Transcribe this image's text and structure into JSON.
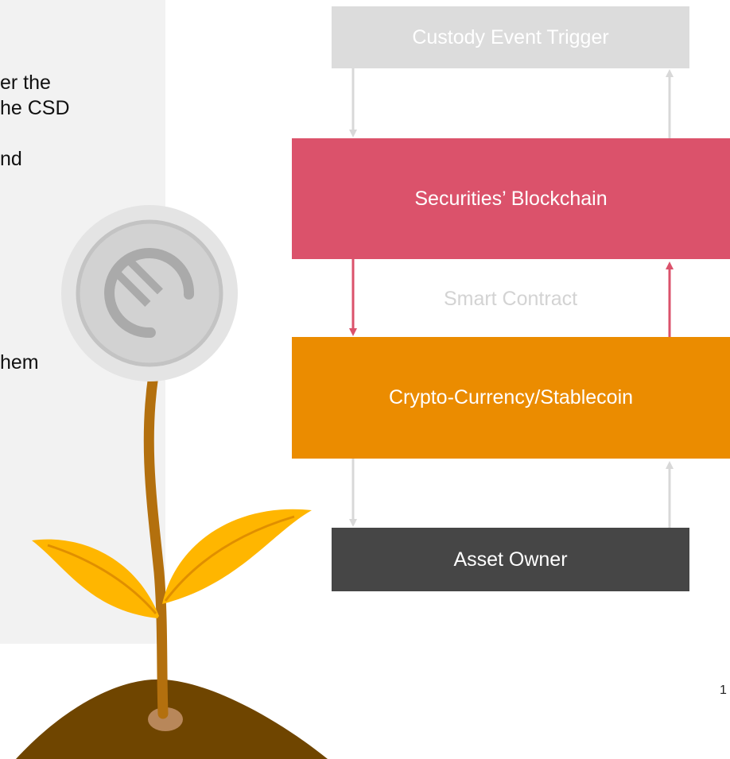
{
  "left_panel": {
    "lines": [
      "er the",
      "he CSD",
      "nd",
      "hem"
    ]
  },
  "diagram": {
    "top_box": "Custody Event Trigger",
    "blockchain_box": "Securities’ Blockchain",
    "middle_label": "Smart Contract",
    "crypto_box": "Crypto-Currency/Stablecoin",
    "owner_box": "Asset Owner"
  },
  "page_number": "1",
  "colors": {
    "top_box": "#dcdcdc",
    "blockchain": "#db526b",
    "crypto": "#eb8c00",
    "owner": "#464646",
    "arrow_grey": "#d8d8d8",
    "arrow_red": "#db526b",
    "coin": "#cfcfcf",
    "leaf": "#ffb600",
    "stem": "#b3700e",
    "soil": "#6f4500"
  }
}
